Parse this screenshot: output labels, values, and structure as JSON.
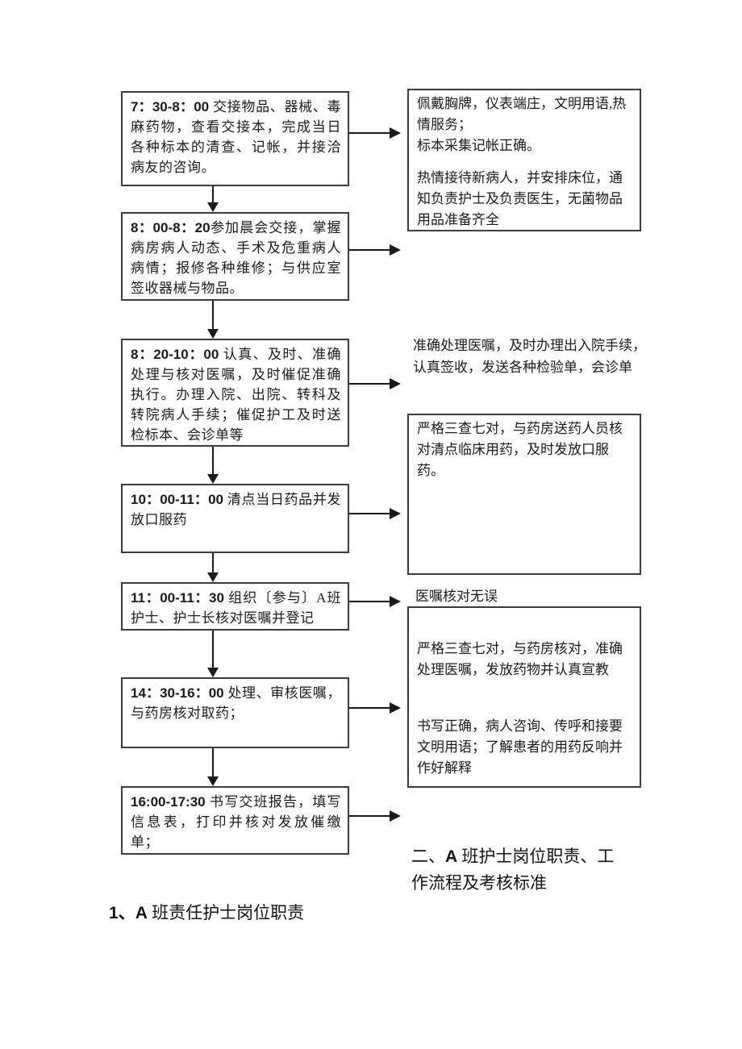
{
  "flow": {
    "left_boxes": [
      {
        "time": "7：30-8：00 ",
        "text": "交接物品、器械、毒麻药物，查看交接本，完成当日各种标本的清查、记帐，并接洽病友的咨询。"
      },
      {
        "time": "8：00-8：20",
        "text": "参加晨会交接，掌握病房病人动态、手术及危重病人病情；报修各种维修；与供应室签收器械与物品。"
      },
      {
        "time": "8：20-10：00 ",
        "text": "认真、及时、准确处理与核对医嘱，及时催促准确执行。办理入院、出院、转科及转院病人手续；催促护工及时送检标本、会诊单等"
      },
      {
        "time": "10：00-11：00 ",
        "text": "清点当日药品并发放口服药"
      },
      {
        "time": "11：00-11：30 ",
        "text": "组织〔参与〕A班护士、护士长核对医嘱并登记"
      },
      {
        "time": "14：30-16：00 ",
        "text": "处理、审核医嘱，与药房核对取药；"
      },
      {
        "time": "16:00-17:30 ",
        "text": "书写交班报告，填写信息表，打印并核对发放催缴单；"
      }
    ],
    "right_notes": {
      "note1": {
        "p1": "佩戴胸牌，仪表端庄，文明用语,热情服务；",
        "p2": "标本采集记帐正确。",
        "p3": "热情接待新病人，并安排床位，通知负责护士及负责医生，无菌物品用品准备齐全"
      },
      "note2": "准确处理医嘱，及时办理出入院手续，认真签收，发送各种检验单，会诊单",
      "note3": "严格三查七对，与药房送药人员核对清点临床用药，及时发放口服药。",
      "note4": "医嘱核对无误",
      "note5": {
        "p1": "严格三查七对，与药房核对，准确处理医嘱，发放药物并认真宣教",
        "p2": "书写正确，病人咨询、传呼和接要文明用语；了解患者的用药反响并作好解释"
      }
    }
  },
  "headings": {
    "section2_prefix": "二、",
    "section2_letter": "A",
    "section2_rest": " 班护士岗位职责、工作流程及考核标准",
    "section1_num": "1、",
    "section1_letter": "A",
    "section1_rest": " 班责任护士岗位职责"
  },
  "colors": {
    "background": "#ffffff",
    "border": "#3c3c3c",
    "text": "#1a1a1a"
  }
}
